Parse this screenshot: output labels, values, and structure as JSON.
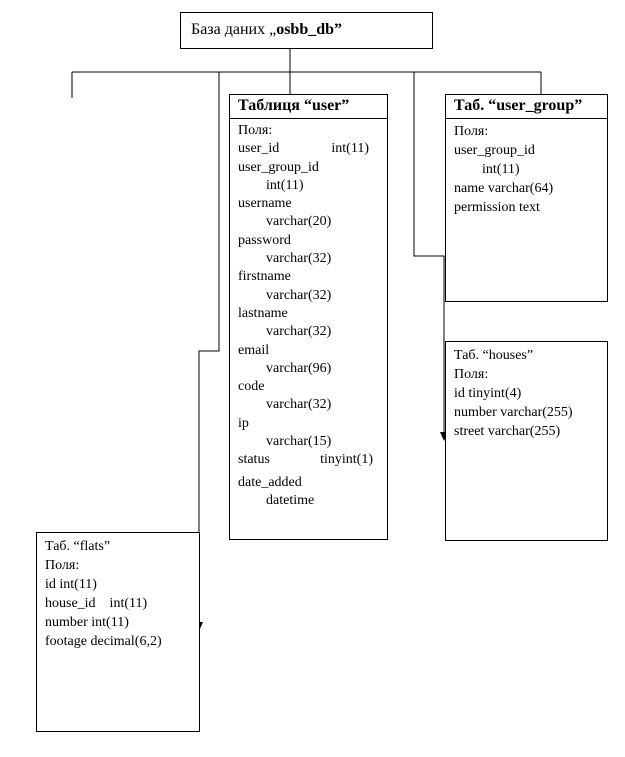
{
  "database": {
    "prefix": "База даних „",
    "name": "osbb_db",
    "suffix": "”"
  },
  "tables": {
    "user": {
      "title": "Таблиця “user”",
      "fields_label": "Поля:",
      "rows": [
        {
          "name": "user_id",
          "type": "int(11)",
          "layout": "inline"
        },
        {
          "name": "user_group_id",
          "type": "int(11)",
          "layout": "wrap"
        },
        {
          "name": "username",
          "type": "varchar(20)",
          "layout": "wrap"
        },
        {
          "name": "password",
          "type": "varchar(32)",
          "layout": "wrap"
        },
        {
          "name": "firstname",
          "type": "varchar(32)",
          "layout": "wrap"
        },
        {
          "name": "lastname",
          "type": "varchar(32)",
          "layout": "wrap"
        },
        {
          "name": "email",
          "type": "varchar(96)",
          "layout": "wrap"
        },
        {
          "name": "code",
          "type": "varchar(32)",
          "layout": "wrap"
        },
        {
          "name": "ip",
          "type": "varchar(15)",
          "layout": "wrap"
        },
        {
          "name": "status",
          "type": "tinyint(1)",
          "layout": "inline"
        },
        {
          "name": "date_added",
          "type": "datetime",
          "layout": "wrap"
        }
      ]
    },
    "user_group": {
      "title": "Таб. “user_group”",
      "fields_label": "Поля:",
      "rows": [
        {
          "name": "user_group_id",
          "type": "int(11)",
          "layout": "wrap"
        },
        {
          "text": "name varchar(64)"
        },
        {
          "text": "permission text"
        }
      ]
    },
    "houses": {
      "title": "Таб. “houses”",
      "fields_label": "Поля:",
      "lines": [
        "id tinyint(4)",
        "number varchar(255)",
        "street varchar(255)"
      ]
    },
    "flats": {
      "title": "Таб. “flats”",
      "fields_label": "Поля:",
      "lines": [
        "id int(11)",
        "house_id    int(11)",
        "number int(11)",
        "footage decimal(6,2)"
      ]
    }
  }
}
